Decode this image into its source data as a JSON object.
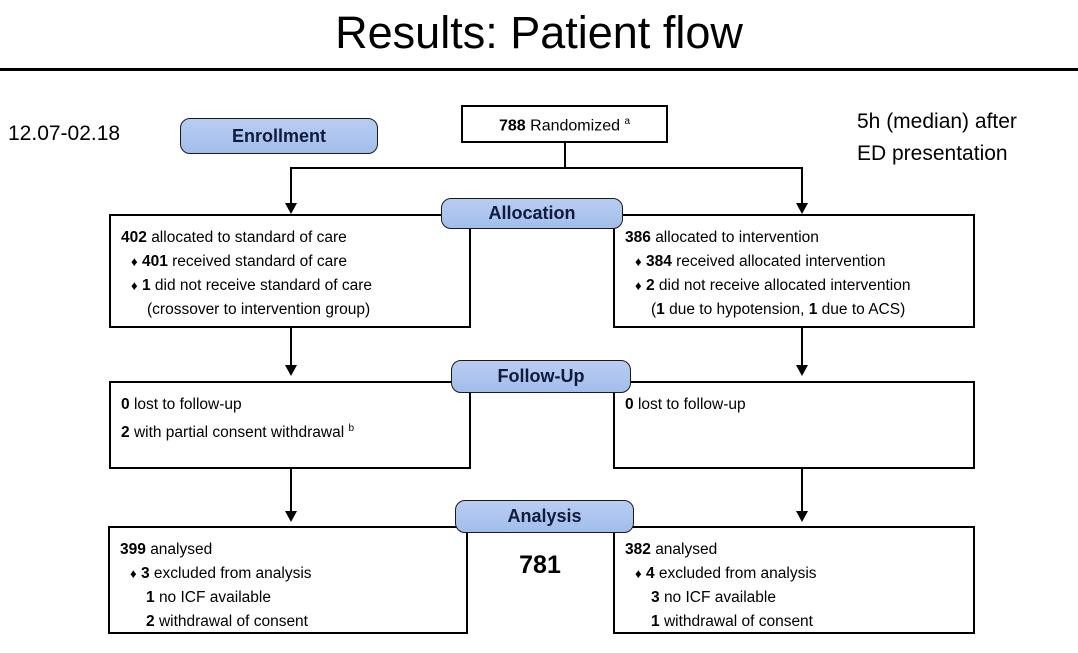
{
  "slide": {
    "title": "Results: Patient flow"
  },
  "header": {
    "date_range": "12.07-02.18",
    "timing_note_line1": "5h (median) after",
    "timing_note_line2": "ED presentation"
  },
  "stages": {
    "enrollment": "Enrollment",
    "allocation": "Allocation",
    "followup": "Follow-Up",
    "analysis": "Analysis"
  },
  "enrollment_box": {
    "count": "788",
    "label": "Randomized",
    "footnote": "a"
  },
  "allocation": {
    "left": {
      "headline_count": "402",
      "headline_text": "allocated to standard of care",
      "items": [
        {
          "bullet": "♦",
          "count": "401",
          "text": "received standard of care"
        },
        {
          "bullet": "♦",
          "count": "1",
          "text": "did not receive standard of care"
        }
      ],
      "subnote": "(crossover to intervention group)"
    },
    "right": {
      "headline_count": "386",
      "headline_text": "allocated to intervention",
      "items": [
        {
          "bullet": "♦",
          "count": "384",
          "text": "received allocated intervention"
        },
        {
          "bullet": "♦",
          "count": "2",
          "text": "did not receive allocated intervention"
        }
      ],
      "subnote_pre": "(",
      "subnote_count1": "1",
      "subnote_mid": " due to hypotension, ",
      "subnote_count2": "1",
      "subnote_post": " due to  ACS)"
    }
  },
  "followup": {
    "left": {
      "lines": [
        {
          "count": "0",
          "text": "lost to follow-up",
          "footnote": ""
        },
        {
          "count": "2",
          "text": "with partial consent withdrawal",
          "footnote": "b"
        }
      ]
    },
    "right": {
      "lines": [
        {
          "count": "0",
          "text": "lost to follow-up",
          "footnote": ""
        }
      ]
    }
  },
  "analysis": {
    "total": "781",
    "left": {
      "headline_count": "399",
      "headline_text": "analysed",
      "bullet": "♦",
      "excluded_count": "3",
      "excluded_text": "excluded from analysis",
      "reasons": [
        {
          "count": "1",
          "text": "no ICF available"
        },
        {
          "count": "2",
          "text": "withdrawal of consent"
        }
      ]
    },
    "right": {
      "headline_count": "382",
      "headline_text": "analysed",
      "bullet": "♦",
      "excluded_count": "4",
      "excluded_text": "excluded from analysis",
      "reasons": [
        {
          "count": "3",
          "text": "no ICF available"
        },
        {
          "count": "1",
          "text": "withdrawal of consent"
        }
      ]
    }
  },
  "colors": {
    "banner_fill": "#a8c2ee",
    "banner_border": "#1a1a1a",
    "box_border": "#000000",
    "text": "#000000"
  }
}
